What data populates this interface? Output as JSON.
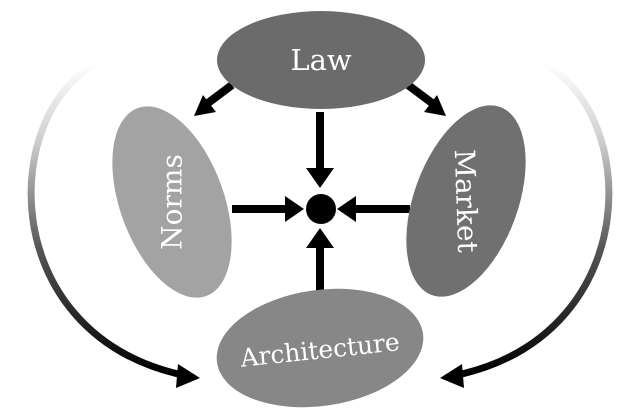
{
  "nodes": {
    "law": {
      "label": "Law",
      "color": "#6b6b6b"
    },
    "norms": {
      "label": "Norms",
      "color": "#a3a3a3"
    },
    "market": {
      "label": "Market",
      "color": "#707070"
    },
    "architecture": {
      "label": "Architecture",
      "color": "#878787"
    }
  },
  "center": {
    "color": "#000000"
  },
  "arrow_color": "#000000"
}
